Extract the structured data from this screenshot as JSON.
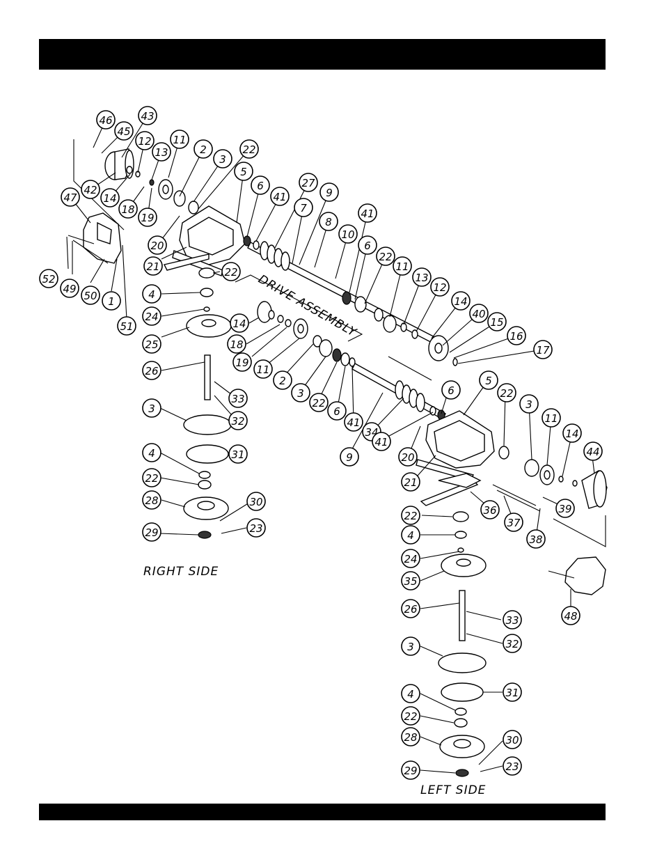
{
  "captions": {
    "drive_assembly": "DRIVE ASSEMBLY",
    "right_side": "RIGHT SIDE",
    "left_side": "LEFT SIDE"
  },
  "callouts": [
    {
      "n": "46"
    },
    {
      "n": "45"
    },
    {
      "n": "43"
    },
    {
      "n": "12"
    },
    {
      "n": "11"
    },
    {
      "n": "2"
    },
    {
      "n": "3"
    },
    {
      "n": "22"
    },
    {
      "n": "13"
    },
    {
      "n": "5"
    },
    {
      "n": "6"
    },
    {
      "n": "41"
    },
    {
      "n": "27"
    },
    {
      "n": "9"
    },
    {
      "n": "42"
    },
    {
      "n": "14"
    },
    {
      "n": "18"
    },
    {
      "n": "19"
    },
    {
      "n": "20"
    },
    {
      "n": "47"
    },
    {
      "n": "7"
    },
    {
      "n": "8"
    },
    {
      "n": "41"
    },
    {
      "n": "10"
    },
    {
      "n": "6"
    },
    {
      "n": "22"
    },
    {
      "n": "11"
    },
    {
      "n": "13"
    },
    {
      "n": "12"
    },
    {
      "n": "14"
    },
    {
      "n": "40"
    },
    {
      "n": "15"
    },
    {
      "n": "16"
    },
    {
      "n": "17"
    },
    {
      "n": "52"
    },
    {
      "n": "49"
    },
    {
      "n": "50"
    },
    {
      "n": "1"
    },
    {
      "n": "51"
    },
    {
      "n": "21"
    },
    {
      "n": "22"
    },
    {
      "n": "4"
    },
    {
      "n": "24"
    },
    {
      "n": "25"
    },
    {
      "n": "14"
    },
    {
      "n": "18"
    },
    {
      "n": "19"
    },
    {
      "n": "11"
    },
    {
      "n": "26"
    },
    {
      "n": "2"
    },
    {
      "n": "3"
    },
    {
      "n": "22"
    },
    {
      "n": "6"
    },
    {
      "n": "41"
    },
    {
      "n": "33"
    },
    {
      "n": "32"
    },
    {
      "n": "3"
    },
    {
      "n": "31"
    },
    {
      "n": "4"
    },
    {
      "n": "22"
    },
    {
      "n": "28"
    },
    {
      "n": "30"
    },
    {
      "n": "29"
    },
    {
      "n": "23"
    },
    {
      "n": "9"
    },
    {
      "n": "34"
    },
    {
      "n": "41"
    },
    {
      "n": "6"
    },
    {
      "n": "5"
    },
    {
      "n": "20"
    },
    {
      "n": "21"
    },
    {
      "n": "22"
    },
    {
      "n": "3"
    },
    {
      "n": "11"
    },
    {
      "n": "14"
    },
    {
      "n": "44"
    },
    {
      "n": "36"
    },
    {
      "n": "37"
    },
    {
      "n": "38"
    },
    {
      "n": "39"
    },
    {
      "n": "22"
    },
    {
      "n": "4"
    },
    {
      "n": "24"
    },
    {
      "n": "35"
    },
    {
      "n": "48"
    },
    {
      "n": "26"
    },
    {
      "n": "33"
    },
    {
      "n": "32"
    },
    {
      "n": "3"
    },
    {
      "n": "31"
    },
    {
      "n": "4"
    },
    {
      "n": "22"
    },
    {
      "n": "28"
    },
    {
      "n": "30"
    },
    {
      "n": "29"
    },
    {
      "n": "23"
    }
  ]
}
